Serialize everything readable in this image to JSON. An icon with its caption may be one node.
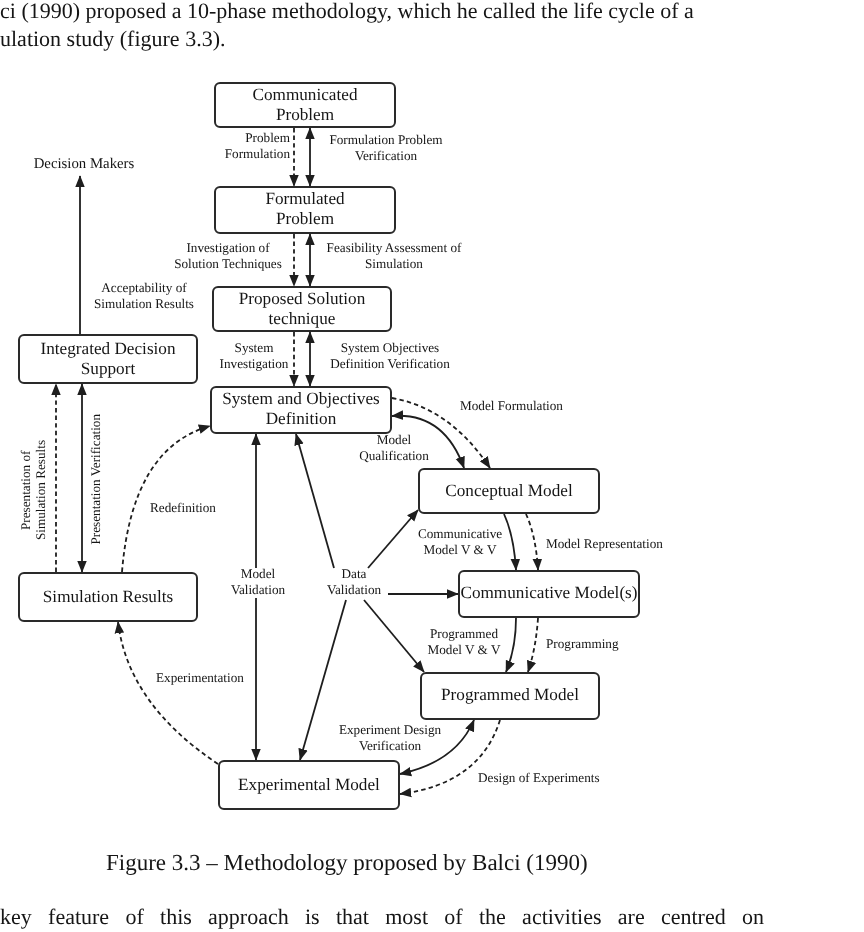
{
  "diagram": {
    "caption": "Figure 3.3 – Methodology proposed by Balci (1990)",
    "nodes": [
      {
        "text": [
          "Communicated Problem"
        ]
      },
      {
        "text": [
          "Decision Makers"
        ]
      },
      {
        "text": [
          "Formulated Problem"
        ]
      },
      {
        "text": [
          "Proposed Solution technique"
        ]
      },
      {
        "text": [
          "Integrated Decision Support"
        ]
      },
      {
        "text": [
          "System and Objectives Definition"
        ]
      },
      {
        "text": [
          "Conceptual Model"
        ]
      },
      {
        "text": [
          "Simulation Results"
        ]
      },
      {
        "text": [
          "Communicative Model(s)"
        ]
      },
      {
        "text": [
          "Data Validation"
        ]
      },
      {
        "text": [
          "Programmed Model"
        ]
      },
      {
        "text": [
          "Experimental Model"
        ]
      }
    ],
    "edges": [
      {
        "from": 0,
        "to": 2,
        "arrow": "to",
        "style": "dashed",
        "label": "Problem Formulation"
      },
      {
        "from": 0,
        "to": 2,
        "arrow": "both",
        "label": "Formulation Problem Verification"
      },
      {
        "from": 2,
        "to": 3,
        "arrow": "to",
        "style": "dashed",
        "label": "Investigation of Solution Techniques"
      },
      {
        "from": 2,
        "to": 3,
        "arrow": "both",
        "label": "Feasibility Assessment of Simulation"
      },
      {
        "from": 3,
        "to": 5,
        "arrow": "to",
        "style": "dashed",
        "label": "System Investigation"
      },
      {
        "from": 3,
        "to": 5,
        "arrow": "both",
        "label": "System Objectives Definition Verification"
      },
      {
        "from": 4,
        "to": 1,
        "arrow": "to",
        "label": "Acceptability of Simulation Results"
      },
      {
        "from": 5,
        "to": 6,
        "arrow": "to",
        "style": "dashed",
        "label": "Model Formulation"
      },
      {
        "from": 6,
        "to": 5,
        "arrow": "both",
        "label": "Model Qualification"
      },
      {
        "from": 7,
        "to": 5,
        "arrow": "to",
        "style": "dashed",
        "label": "Redefinition"
      },
      {
        "from": 7,
        "to": 4,
        "arrow": "to",
        "style": "dashed",
        "label": "Presentation of Simulation Results"
      },
      {
        "from": 4,
        "to": 7,
        "arrow": "both",
        "label": "Presentation Verification"
      },
      {
        "from": 5,
        "to": 11,
        "arrow": "both",
        "label": "Model Validation"
      },
      {
        "from": 6,
        "to": 8,
        "arrow": "to",
        "label": "Communicative Model V & V"
      },
      {
        "from": 6,
        "to": 8,
        "arrow": "to",
        "style": "dashed",
        "label": "Model Representation"
      },
      {
        "from": 9,
        "to": 5,
        "arrow": "to"
      },
      {
        "from": 9,
        "to": 6,
        "arrow": "to"
      },
      {
        "from": 9,
        "to": 8,
        "arrow": "to"
      },
      {
        "from": 9,
        "to": 10,
        "arrow": "to"
      },
      {
        "from": 9,
        "to": 11,
        "arrow": "to"
      },
      {
        "from": 8,
        "to": 10,
        "arrow": "to",
        "label": "Programmed Model V & V"
      },
      {
        "from": 8,
        "to": 10,
        "arrow": "to",
        "style": "dashed",
        "label": "Programming"
      },
      {
        "from": 10,
        "to": 11,
        "arrow": "both",
        "label": "Experiment Design Verification"
      },
      {
        "from": 10,
        "to": 11,
        "arrow": "to",
        "style": "dashed",
        "label": "Design of Experiments"
      },
      {
        "from": 11,
        "to": 7,
        "arrow": "to",
        "style": "dashed",
        "label": "Experimentation"
      }
    ],
    "labels": [
      "ci (1990) proposed a 10-phase methodology, which he called the life cycle of a",
      "ulation study (figure 3.3).",
      "key feature of this approach is that most of the activities are centred on"
    ]
  }
}
